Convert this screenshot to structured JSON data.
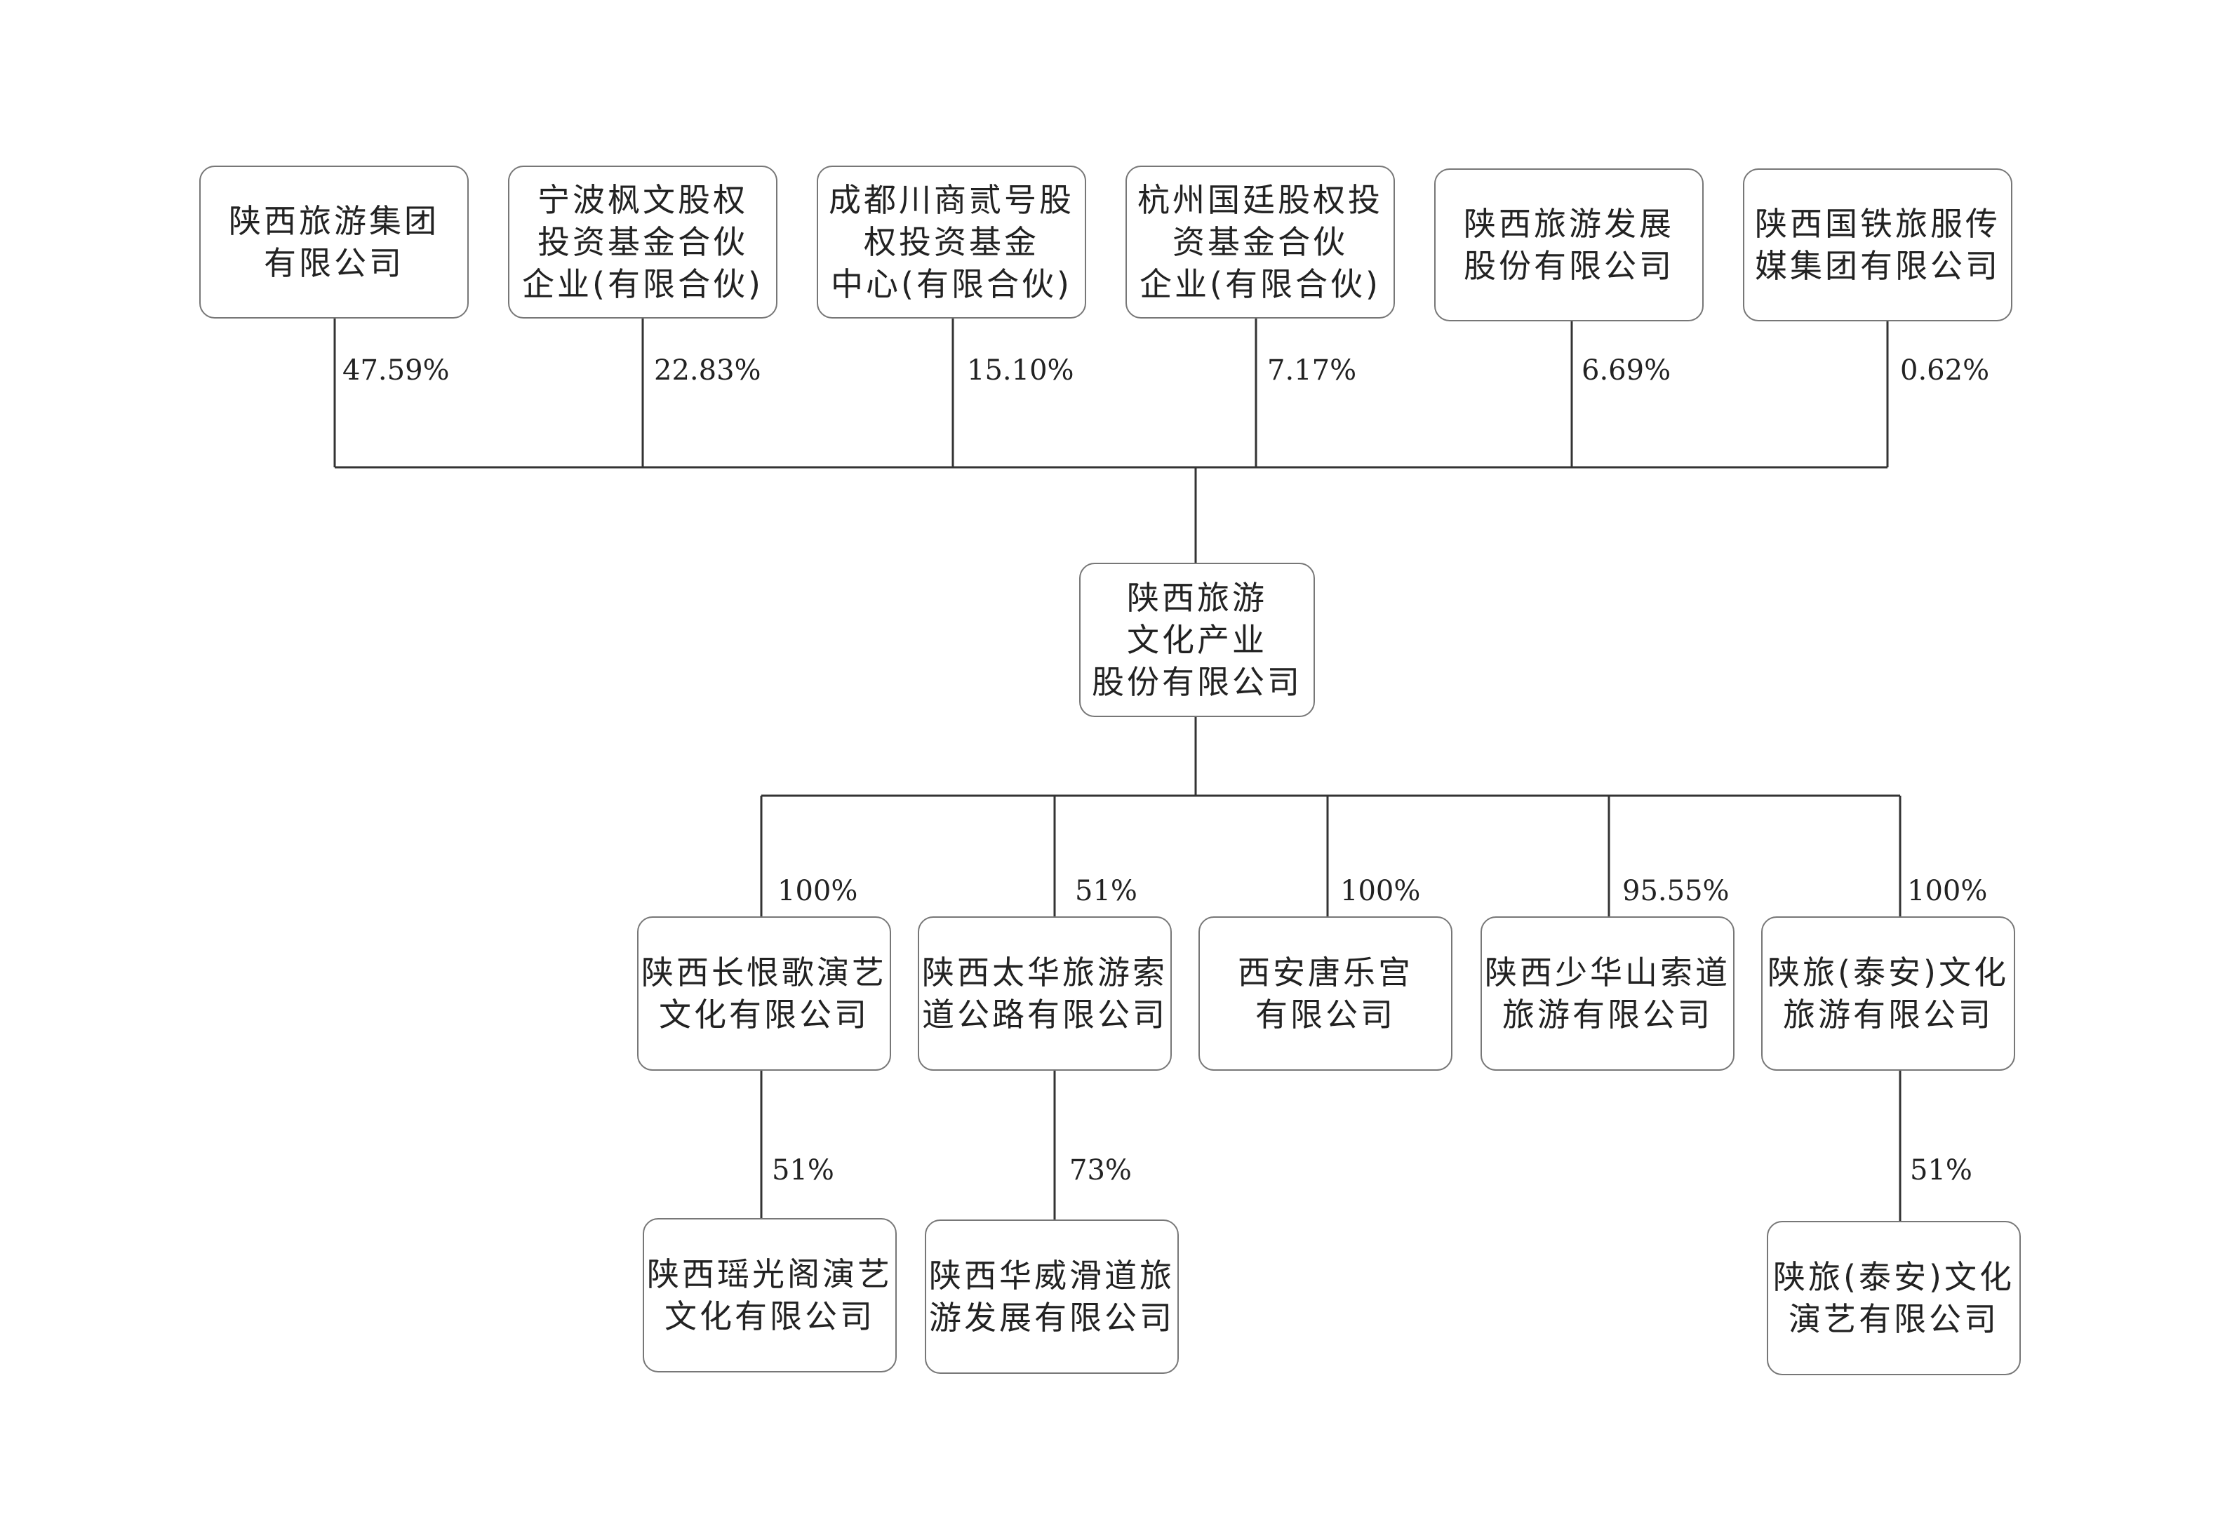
{
  "shareholders": [
    {
      "lines": [
        "陕西旅游集团",
        "有限公司"
      ],
      "share": "47.59%"
    },
    {
      "lines": [
        "宁波枫文股权",
        "投资基金合伙",
        "企业(有限合伙)"
      ],
      "share": "22.83%"
    },
    {
      "lines": [
        "成都川商贰号股",
        "权投资基金",
        "中心(有限合伙)"
      ],
      "share": "15.10%"
    },
    {
      "lines": [
        "杭州国廷股权投",
        "资基金合伙",
        "企业(有限合伙)"
      ],
      "share": "7.17%"
    },
    {
      "lines": [
        "陕西旅游发展",
        "股份有限公司"
      ],
      "share": "6.69%"
    },
    {
      "lines": [
        "陕西国铁旅服传",
        "媒集团有限公司"
      ],
      "share": "0.62%"
    }
  ],
  "company": {
    "lines": [
      "陕西旅游",
      "文化产业",
      "股份有限公司"
    ]
  },
  "subsidiaries": [
    {
      "lines": [
        "陕西长恨歌演艺",
        "文化有限公司"
      ],
      "share": "100%"
    },
    {
      "lines": [
        "陕西太华旅游索",
        "道公路有限公司"
      ],
      "share": "51%"
    },
    {
      "lines": [
        "西安唐乐宫",
        "有限公司"
      ],
      "share": "100%"
    },
    {
      "lines": [
        "陕西少华山索道",
        "旅游有限公司"
      ],
      "share": "95.55%"
    },
    {
      "lines": [
        "陕旅(泰安)文化",
        "旅游有限公司"
      ],
      "share": "100%"
    }
  ],
  "sub_subsidiaries": [
    {
      "parent": 0,
      "lines": [
        "陕西瑶光阁演艺",
        "文化有限公司"
      ],
      "share": "51%"
    },
    {
      "parent": 1,
      "lines": [
        "陕西华威滑道旅",
        "游发展有限公司"
      ],
      "share": "73%"
    },
    {
      "parent": 4,
      "lines": [
        "陕旅(泰安)文化",
        "演艺有限公司"
      ],
      "share": "51%"
    }
  ]
}
